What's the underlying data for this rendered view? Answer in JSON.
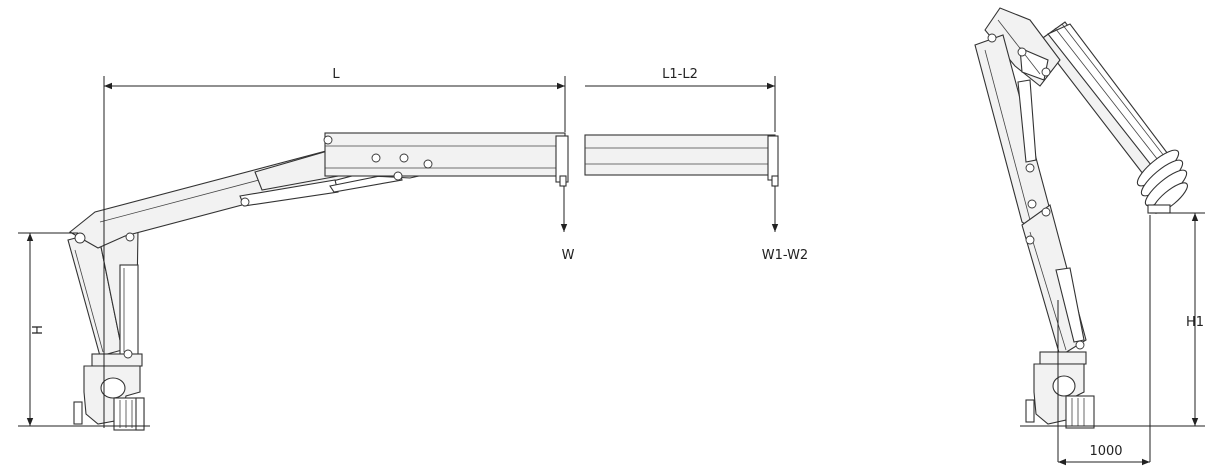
{
  "diagram": {
    "labels": {
      "L": "L",
      "L1L2": "L1-L2",
      "W": "W",
      "W1W2": "W1-W2",
      "H": "H",
      "H1": "H1",
      "d1000": "1000"
    },
    "colors": {
      "line": "#222222",
      "fill": "#f2f2f2",
      "background": "#ffffff"
    }
  }
}
